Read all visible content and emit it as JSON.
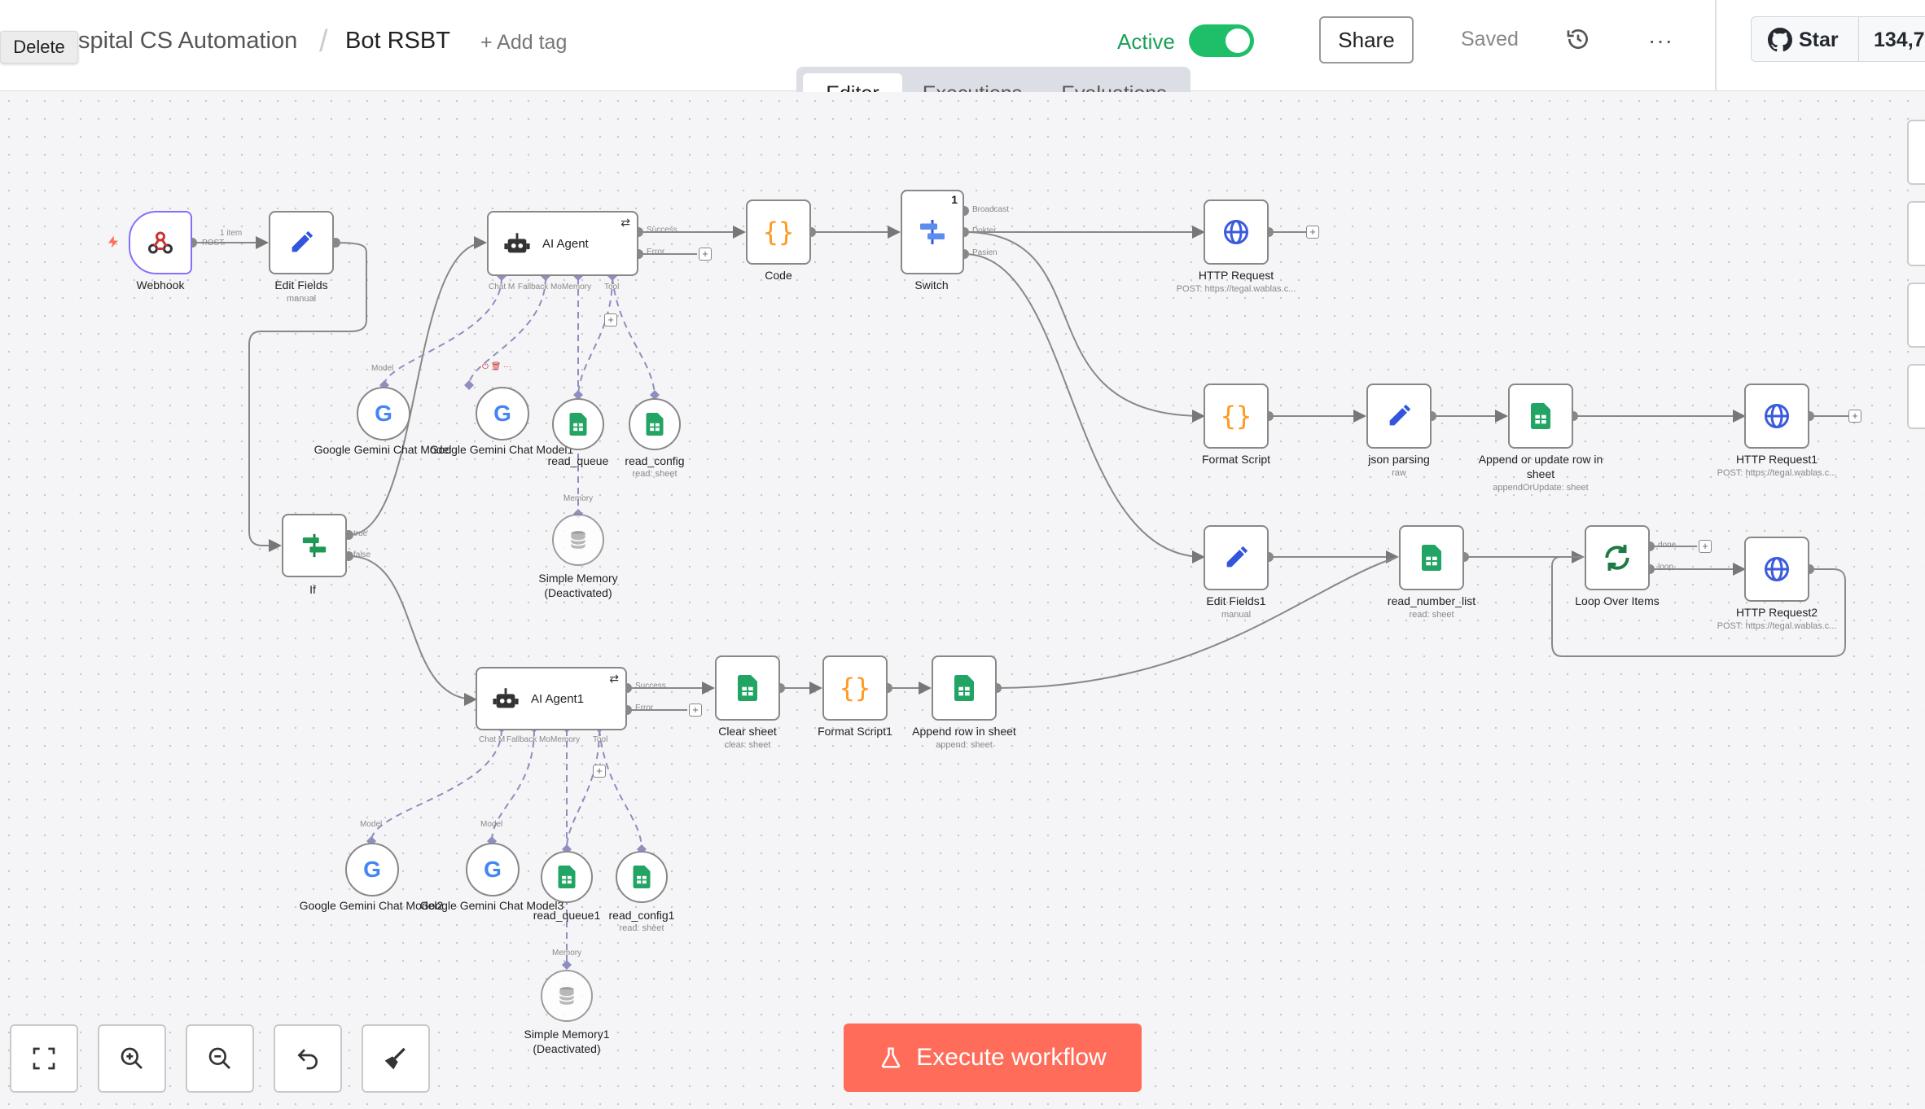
{
  "header": {
    "project": "spital CS Automation",
    "separator": "/",
    "workflow_name": "Bot RSBT",
    "add_tag": "+ Add tag",
    "tooltip_delete": "Delete",
    "active_label": "Active",
    "active": true,
    "share": "Share",
    "saved": "Saved",
    "more": "···",
    "github_star": "Star",
    "github_count": "134,7"
  },
  "tabs": [
    {
      "label": "Editor",
      "selected": true
    },
    {
      "label": "Executions",
      "selected": false
    },
    {
      "label": "Evaluations",
      "selected": false
    }
  ],
  "execute_button": "Execute workflow",
  "colors": {
    "accent": "#ff6d5a",
    "active_green": "#1fbf6a",
    "sheets_green": "#21a464",
    "code_orange": "#ff9922",
    "edit_blue": "#3355dd",
    "globe_blue": "#3b5bdb"
  },
  "nodes": {
    "webhook": {
      "label": "Webhook",
      "edge_label": "1 item",
      "port_label": "POST"
    },
    "edit_fields": {
      "label": "Edit Fields",
      "sub": "manual"
    },
    "ai_agent": {
      "label": "AI Agent",
      "ports": [
        "Chat M",
        "Fallback Mo",
        "Memory",
        "Tool"
      ],
      "out_success": "Success",
      "out_error": "Error"
    },
    "code": {
      "label": "Code"
    },
    "switch": {
      "label": "Switch",
      "badge": "1",
      "outputs": [
        "Broadcast",
        "Dokter",
        "Pasien"
      ]
    },
    "http_request": {
      "label": "HTTP Request",
      "sub": "POST: https://tegal.wablas.c..."
    },
    "gemini": {
      "label": "Google Gemini Chat Model",
      "port": "Model"
    },
    "gemini1": {
      "label": "Google Gemini Chat Model1"
    },
    "read_queue": {
      "label": "read_queue"
    },
    "read_config": {
      "label": "read_config",
      "sub": "read: sheet"
    },
    "simple_memory": {
      "label": "Simple Memory (Deactivated)",
      "port": "Memory"
    },
    "if": {
      "label": "If",
      "true": "true",
      "false": "false"
    },
    "format_script": {
      "label": "Format Script"
    },
    "json_parsing": {
      "label": "json parsing",
      "sub": "raw"
    },
    "append_update": {
      "label": "Append or update row in sheet",
      "sub": "appendOrUpdate: sheet"
    },
    "http_request1": {
      "label": "HTTP Request1",
      "sub": "POST: https://tegal.wablas.c..."
    },
    "edit_fields1": {
      "label": "Edit Fields1",
      "sub": "manual"
    },
    "read_number_list": {
      "label": "read_number_list",
      "sub": "read: sheet"
    },
    "loop_over_items": {
      "label": "Loop Over Items",
      "done": "done",
      "loop": "loop"
    },
    "http_request2": {
      "label": "HTTP Request2",
      "sub": "POST: https://tegal.wablas.c..."
    },
    "ai_agent1": {
      "label": "AI Agent1",
      "ports": [
        "Chat M",
        "Fallback Mo",
        "Memory",
        "Tool"
      ],
      "out_success": "Success",
      "out_error": "Error"
    },
    "clear_sheet": {
      "label": "Clear sheet",
      "sub": "clear: sheet"
    },
    "format_script1": {
      "label": "Format Script1"
    },
    "append_row": {
      "label": "Append row in sheet",
      "sub": "append: sheet"
    },
    "gemini2": {
      "label": "Google Gemini Chat Model2",
      "port": "Model"
    },
    "gemini3": {
      "label": "Google Gemini Chat Model3",
      "port": "Model"
    },
    "read_queue1": {
      "label": "read_queue1"
    },
    "read_config1": {
      "label": "read_config1",
      "sub": "read: sheet"
    },
    "simple_memory1": {
      "label": "Simple Memory1 (Deactivated)",
      "port": "Memory"
    }
  }
}
